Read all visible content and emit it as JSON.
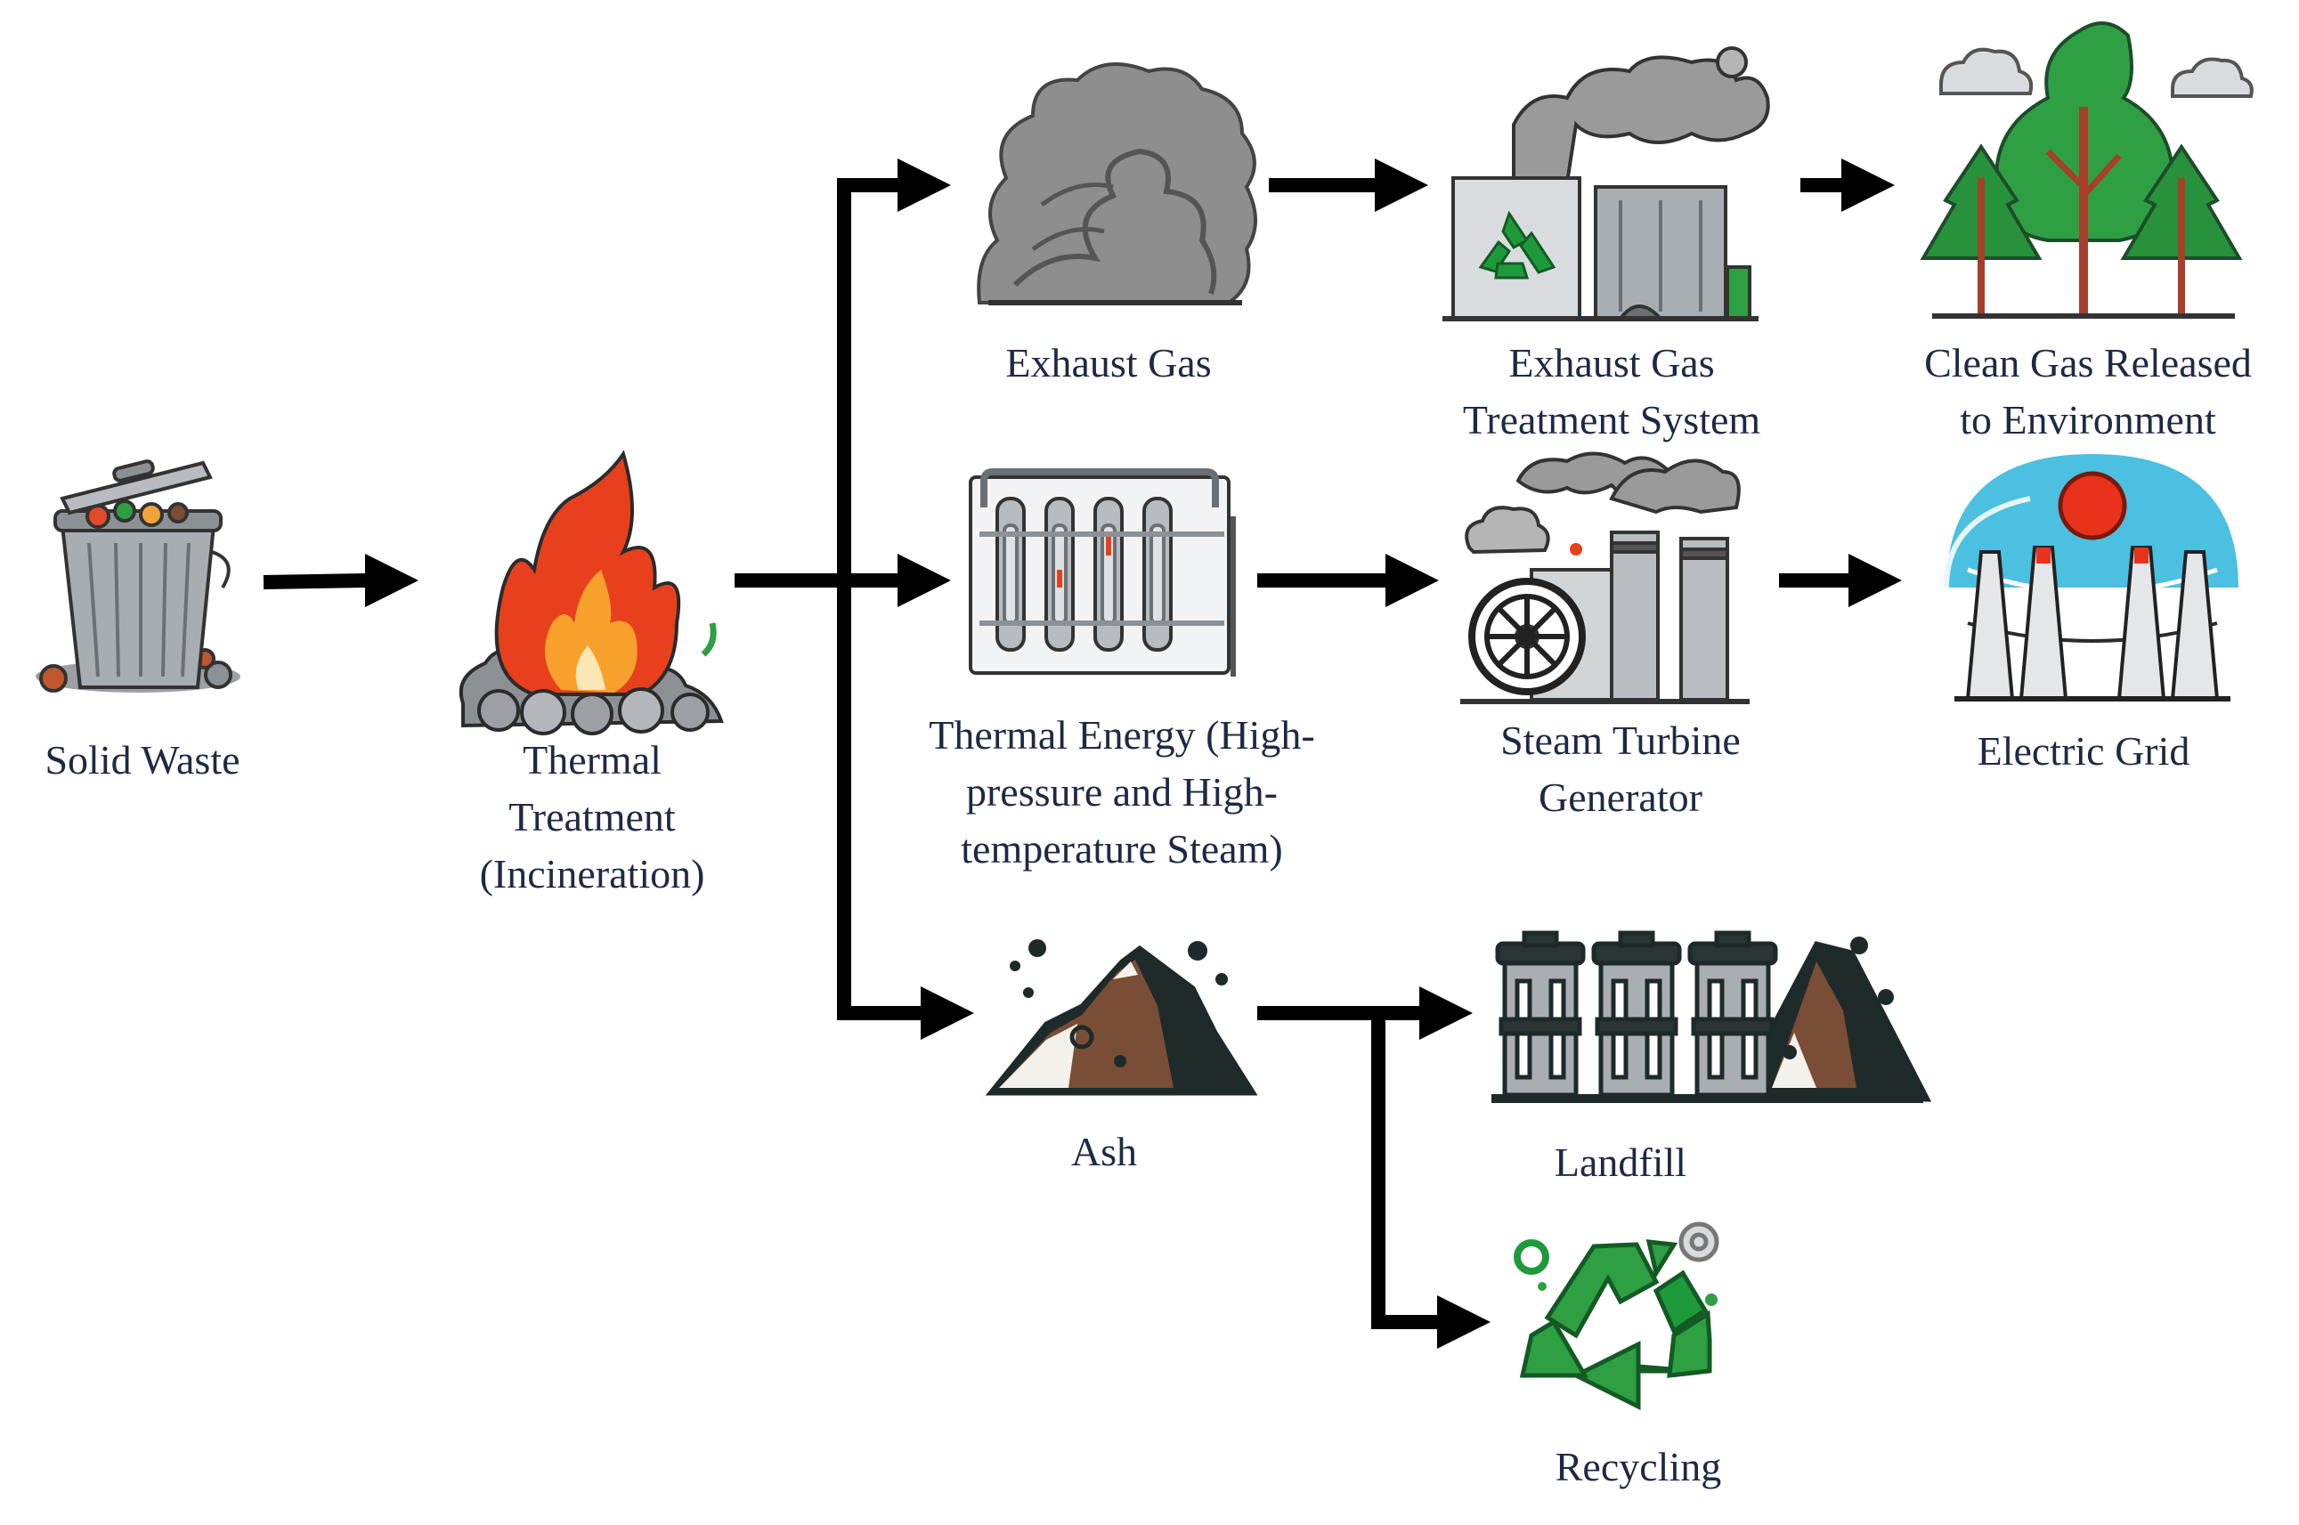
{
  "nodes": {
    "solid_waste": {
      "lines": [
        "Solid Waste"
      ],
      "icon": "trash-can-icon"
    },
    "thermal_treatment": {
      "lines": [
        "Thermal",
        "Treatment",
        "(Incineration)"
      ],
      "icon": "flame-icon"
    },
    "exhaust_gas": {
      "lines": [
        "Exhaust Gas"
      ],
      "icon": "smoke-cloud-icon"
    },
    "gas_treatment": {
      "lines": [
        "Exhaust Gas",
        "Treatment System"
      ],
      "icon": "treatment-plant-icon"
    },
    "clean_gas": {
      "lines": [
        "Clean Gas Released",
        "to Environment"
      ],
      "icon": "trees-icon"
    },
    "thermal_energy": {
      "lines": [
        "Thermal Energy (High-",
        "pressure and High-",
        "temperature Steam)"
      ],
      "icon": "boiler-pipes-icon"
    },
    "steam_turbine": {
      "lines": [
        "Steam Turbine",
        "Generator"
      ],
      "icon": "power-plant-icon"
    },
    "electric_grid": {
      "lines": [
        "Electric Grid"
      ],
      "icon": "power-grid-icon"
    },
    "ash": {
      "lines": [
        "Ash"
      ],
      "icon": "ash-pile-icon"
    },
    "landfill": {
      "lines": [
        "Landfill"
      ],
      "icon": "landfill-bins-icon"
    },
    "recycling": {
      "lines": [
        "Recycling"
      ],
      "icon": "recycle-icon"
    }
  },
  "colors": {
    "arrow": "#000000",
    "label": "#1e2a44",
    "flame_outer": "#e8401c",
    "flame_inner": "#f7a12c",
    "recycle_green": "#1f9a3a",
    "tree_green": "#2ea043",
    "ash_brown": "#7a4e36",
    "metal_gray": "#8c9196",
    "smoke_gray": "#9a9a9a",
    "sky_blue": "#4cc0e0",
    "sun_red": "#e8321c"
  }
}
